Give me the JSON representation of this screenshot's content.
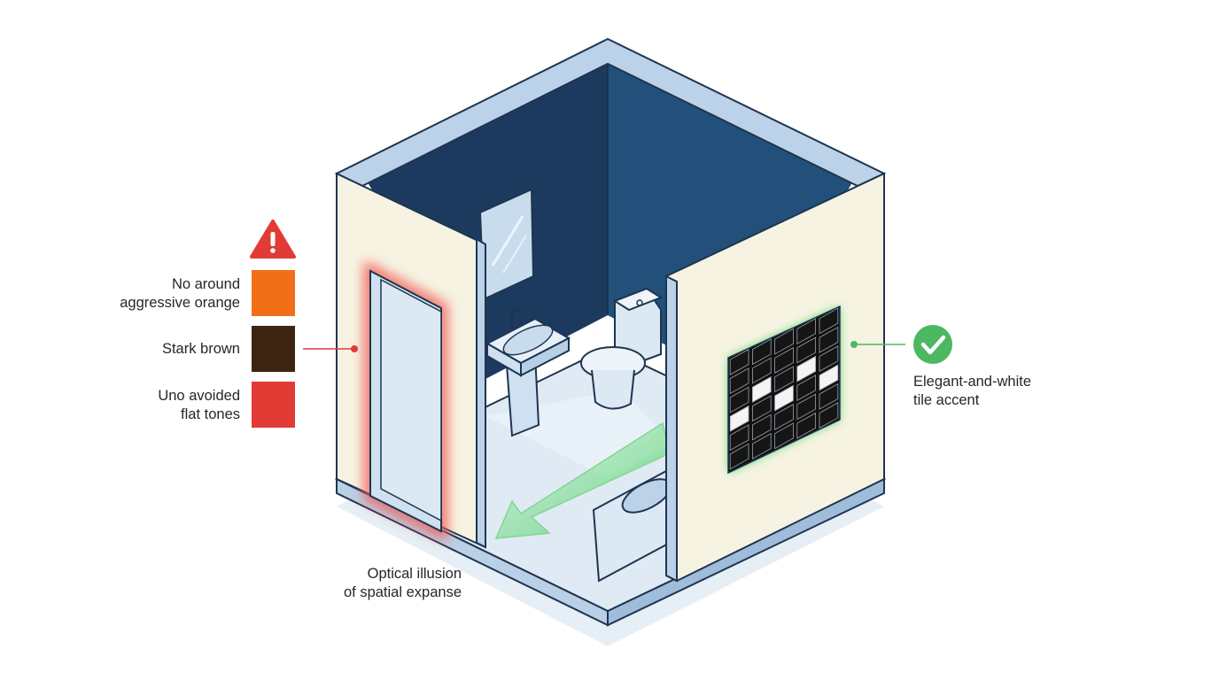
{
  "legend": {
    "warning_icon": "warning-triangle-icon",
    "items": [
      {
        "line1": "No around",
        "line2": "aggressive orange",
        "color": "#f06f18"
      },
      {
        "line1": "Stark brown",
        "line2": "",
        "color": "#3d2412"
      },
      {
        "line1": "Uno avoided",
        "line2": "flat tones",
        "color": "#e23b36"
      }
    ]
  },
  "callouts": {
    "tile": {
      "line1": "Elegant-and-white",
      "line2": "tile accent",
      "icon": "check-circle-icon",
      "color": "#4cb862"
    },
    "illusion": {
      "line1": "Optical illusion",
      "line2": "of spatial expanse"
    }
  },
  "colors": {
    "wall_dark": "#1c3a5e",
    "wall_dark_right": "#22507a",
    "wall_cream": "#f6f3e2",
    "frame": "#bcd2e8",
    "outline": "#1e3550",
    "floor": "#dfeaf4",
    "red_glow": "#f25a54",
    "green_glow": "#4cd466"
  }
}
